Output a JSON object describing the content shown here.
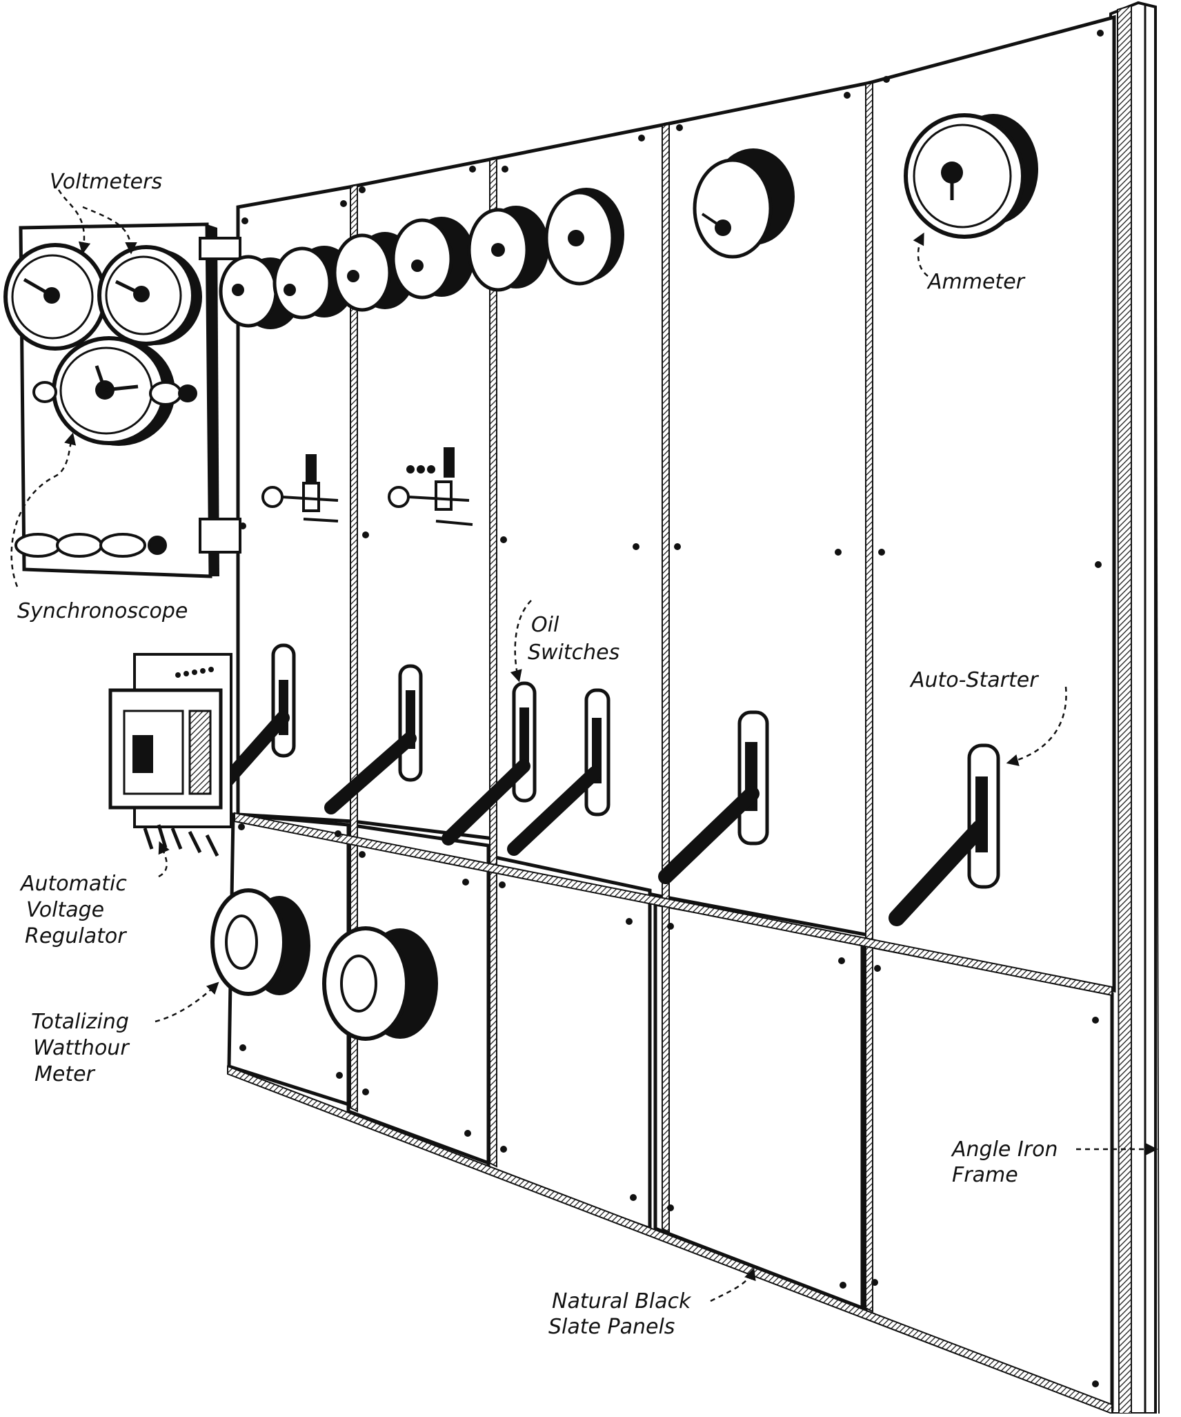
{
  "labels": {
    "voltmeters": "Voltmeters",
    "synchronoscope": "Synchronoscope",
    "automatic_voltage_regulator": [
      "Automatic",
      "Voltage",
      "Regulator"
    ],
    "totalizing_watthour_meter": [
      "Totalizing",
      "Watthour",
      "Meter"
    ],
    "oil_switches": [
      "Oil",
      "Switches"
    ],
    "ammeter": "Ammeter",
    "auto_starter": "Auto-Starter",
    "angle_iron_frame": [
      "Angle Iron",
      "Frame"
    ],
    "natural_black_slate_panels": [
      "Natural Black",
      "Slate Panels"
    ]
  },
  "colors": {
    "ink": "#111111",
    "panel": "#ffffff",
    "background": "#ffffff"
  }
}
